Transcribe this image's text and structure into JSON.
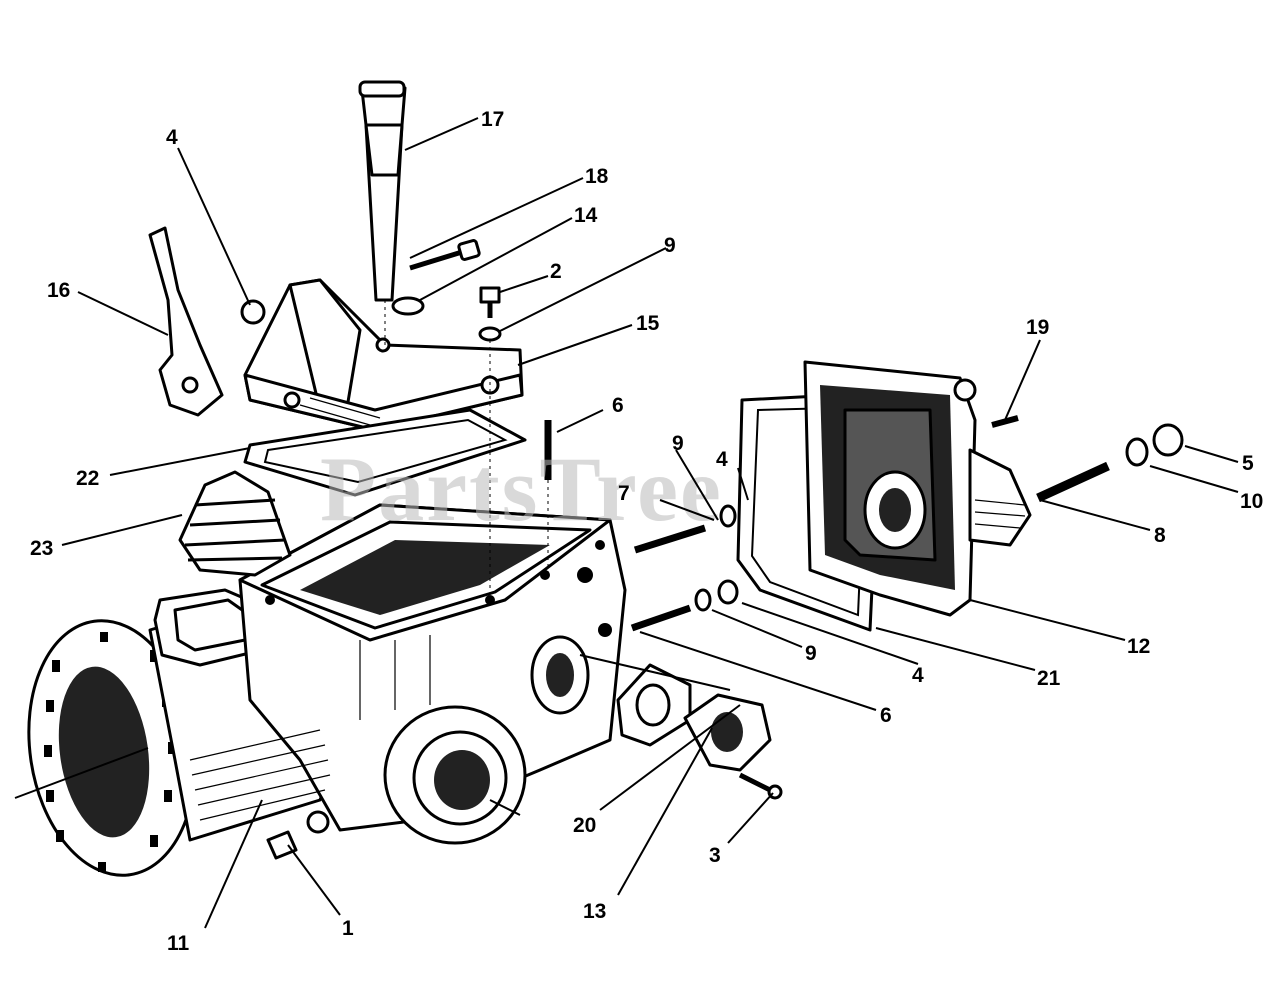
{
  "watermark": "PartsTree",
  "callouts": [
    "1",
    "2",
    "3",
    "4",
    "4",
    "4",
    "5",
    "6",
    "6",
    "7",
    "8",
    "9",
    "9",
    "9",
    "10",
    "11",
    "12",
    "13",
    "14",
    "15",
    "16",
    "17",
    "18",
    "19",
    "20",
    "21",
    "22",
    "23"
  ]
}
